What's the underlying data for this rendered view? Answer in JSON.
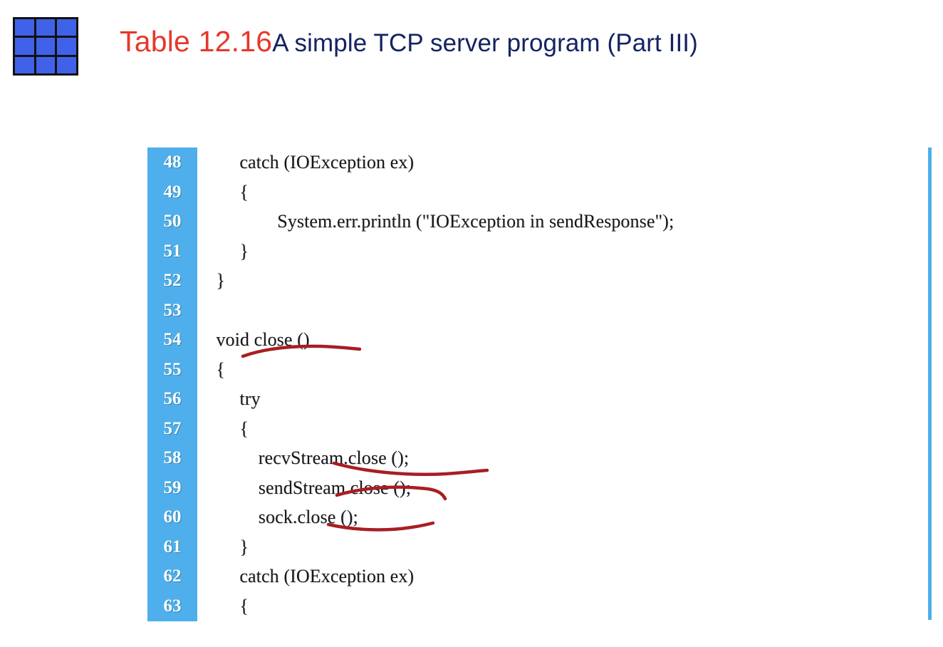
{
  "slide": {
    "logo": {
      "icon": "grid-3x3-icon",
      "cell_color": "#4062E8",
      "border_color": "#111111"
    },
    "title": {
      "number": "Table 12.16",
      "number_color": "#E8372A",
      "text": "A simple TCP server program (Part III)",
      "text_color": "#142362"
    }
  },
  "code": {
    "gutter_color": "#4EAFEC",
    "gutter_text_color": "#FFFFFF",
    "rule_color": "#4EAFEC",
    "language": "java",
    "lines": [
      {
        "number": "48",
        "text": "         catch (IOException ex)"
      },
      {
        "number": "49",
        "text": "         {"
      },
      {
        "number": "50",
        "text": "                 System.err.println (\"IOException in sendResponse\");"
      },
      {
        "number": "51",
        "text": "         }"
      },
      {
        "number": "52",
        "text": "    }"
      },
      {
        "number": "53",
        "text": ""
      },
      {
        "number": "54",
        "text": "    void close ()"
      },
      {
        "number": "55",
        "text": "    {"
      },
      {
        "number": "56",
        "text": "         try"
      },
      {
        "number": "57",
        "text": "         {"
      },
      {
        "number": "58",
        "text": "             recvStream.close ();"
      },
      {
        "number": "59",
        "text": "             sendStream.close ();"
      },
      {
        "number": "60",
        "text": "             sock.close ();"
      },
      {
        "number": "61",
        "text": "         }"
      },
      {
        "number": "62",
        "text": "         catch (IOException ex)"
      },
      {
        "number": "63",
        "text": "         {"
      }
    ]
  },
  "annotations": {
    "ink_color": "#A81E22",
    "marks": [
      {
        "name": "underline-void-close",
        "target_line": "54",
        "label": "hand-drawn red underline under 'void close ()'"
      },
      {
        "name": "underline-recvstream-close",
        "target_line": "58",
        "label": "hand-drawn red underline under 'recvStream.close ();'"
      },
      {
        "name": "underline-sendstream-close",
        "target_line": "59",
        "label": "hand-drawn red underline under 'sendStream.close ();'"
      },
      {
        "name": "underline-sock-close",
        "target_line": "60",
        "label": "hand-drawn red underline under 'sock.close ();'"
      }
    ]
  }
}
